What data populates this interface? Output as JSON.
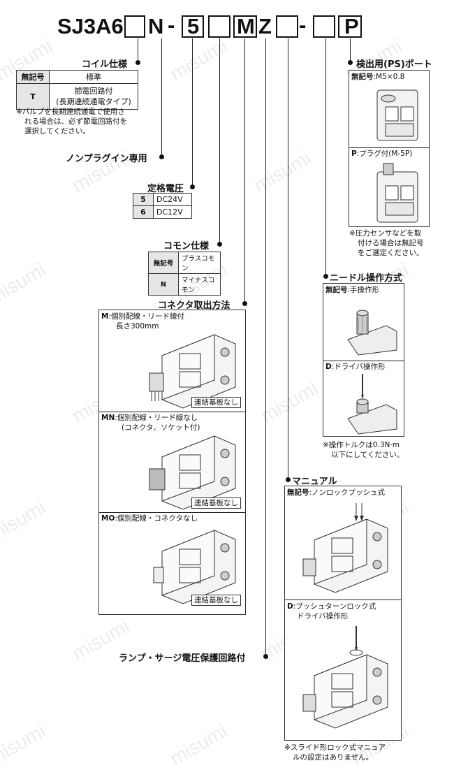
{
  "model_code": {
    "segments": [
      "SJ3A6",
      "N",
      "5",
      "M",
      "Z",
      "P"
    ],
    "dashes": [
      "-",
      "-"
    ]
  },
  "coil": {
    "title": "コイル仕様",
    "headers": [
      "無記号",
      "標準"
    ],
    "row_symbol": "T",
    "row_desc1": "節電回路付",
    "row_desc2": "(長期連続通電タイプ)",
    "note1": "※バルブを長期連続通電で使用さ",
    "note2": "れる場合は、必ず節電回路付を",
    "note3": "選択してください。"
  },
  "non_plugin": {
    "title": "ノンプラグイン専用"
  },
  "voltage": {
    "title": "定格電圧",
    "rows": [
      {
        "code": "5",
        "value": "DC24V"
      },
      {
        "code": "6",
        "value": "DC12V"
      }
    ]
  },
  "common": {
    "title": "コモン仕様",
    "rows": [
      {
        "code": "無記号",
        "value": "プラスコモン"
      },
      {
        "code": "N",
        "value": "マイナスコモン"
      }
    ]
  },
  "connector": {
    "title": "コネクタ取出方法",
    "m_code": "M",
    "m_desc1": ":個別配線・リード線付",
    "m_desc2": "長さ300mm",
    "mn_code": "MN",
    "mn_desc1": ":個別配線・リード線なし",
    "mn_desc2": "(コネクタ、ソケット付)",
    "mo_code": "MO",
    "mo_desc1": ":個別配線・コネクタなし",
    "no_board": "連結基板なし"
  },
  "lamp": {
    "title": "ランプ・サージ電圧保護回路付"
  },
  "ps_port": {
    "title": "検出用(PS)ポート",
    "opt1_code": "無記号",
    "opt1_desc": ":M5×0.8",
    "opt2_code": "P",
    "opt2_desc": ":プラグ付(M-5P)",
    "note1": "※圧力センサなどを取",
    "note2": "付ける場合は無記号",
    "note3": "をご選定ください。"
  },
  "needle": {
    "title": "ニードル操作方式",
    "opt1_code": "無記号",
    "opt1_desc": ":手操作形",
    "opt2_code": "D",
    "opt2_desc": ":ドライバ操作形",
    "note1": "※操作トルクは0.3N·m",
    "note2": "以下にしてください。"
  },
  "manual": {
    "title": "マニュアル",
    "opt1_code": "無記号",
    "opt1_desc": ":ノンロックプッシュ式",
    "opt2_code": "D",
    "opt2_desc1": ":プッシュターンロック式",
    "opt2_desc2": "ドライバ操作形",
    "note1": "※スライド形ロック式マニュア",
    "note2": "ルの設定はありません。"
  },
  "watermark": "misumi",
  "colors": {
    "line": "#222222",
    "header_bg": "#e6e6e6",
    "watermark": "#ececec"
  }
}
